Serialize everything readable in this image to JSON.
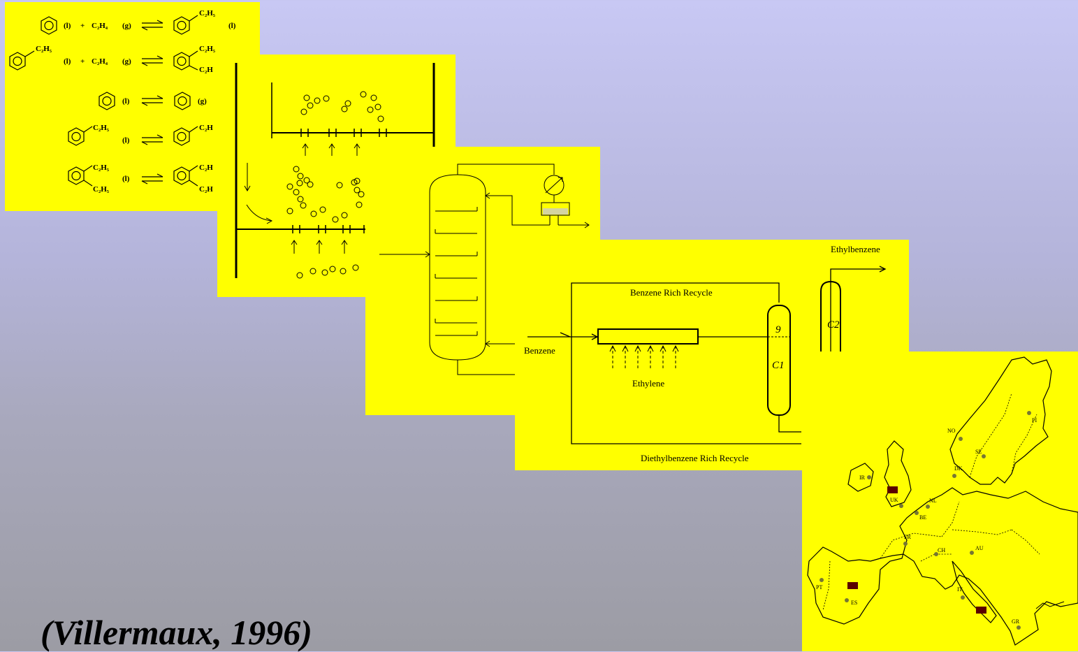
{
  "slide": {
    "citation": "(Villermaux, 1996)"
  },
  "panels": {
    "reactions": {
      "states": {
        "liquid": "(l)",
        "gas": "(g)"
      },
      "groups": {
        "ethyl": "C₂H₅",
        "ethylene": "C₂H₄",
        "truncated": "C₂H"
      },
      "plus": "+"
    },
    "flowsheet": {
      "label_benzene_recycle": "Benzene Rich Recycle",
      "label_ethylbenzene": "Ethylbenzene",
      "label_benzene": "Benzene",
      "label_ethylene": "Ethylene",
      "label_c1": "C1",
      "label_c2": "C2",
      "label_nine": "9",
      "label_diethyl_recycle": "Diethylbenzene Rich Recycle"
    },
    "map": {
      "countries": [
        "FI",
        "NO",
        "SE",
        "DK",
        "IR",
        "UK",
        "NL",
        "BE",
        "FR",
        "AU",
        "CH",
        "PT",
        "ES",
        "IT",
        "GR"
      ]
    }
  },
  "colors": {
    "panel": "#ffff00",
    "ink": "#000000",
    "marker": "#5a0000",
    "dot": "#777733"
  }
}
